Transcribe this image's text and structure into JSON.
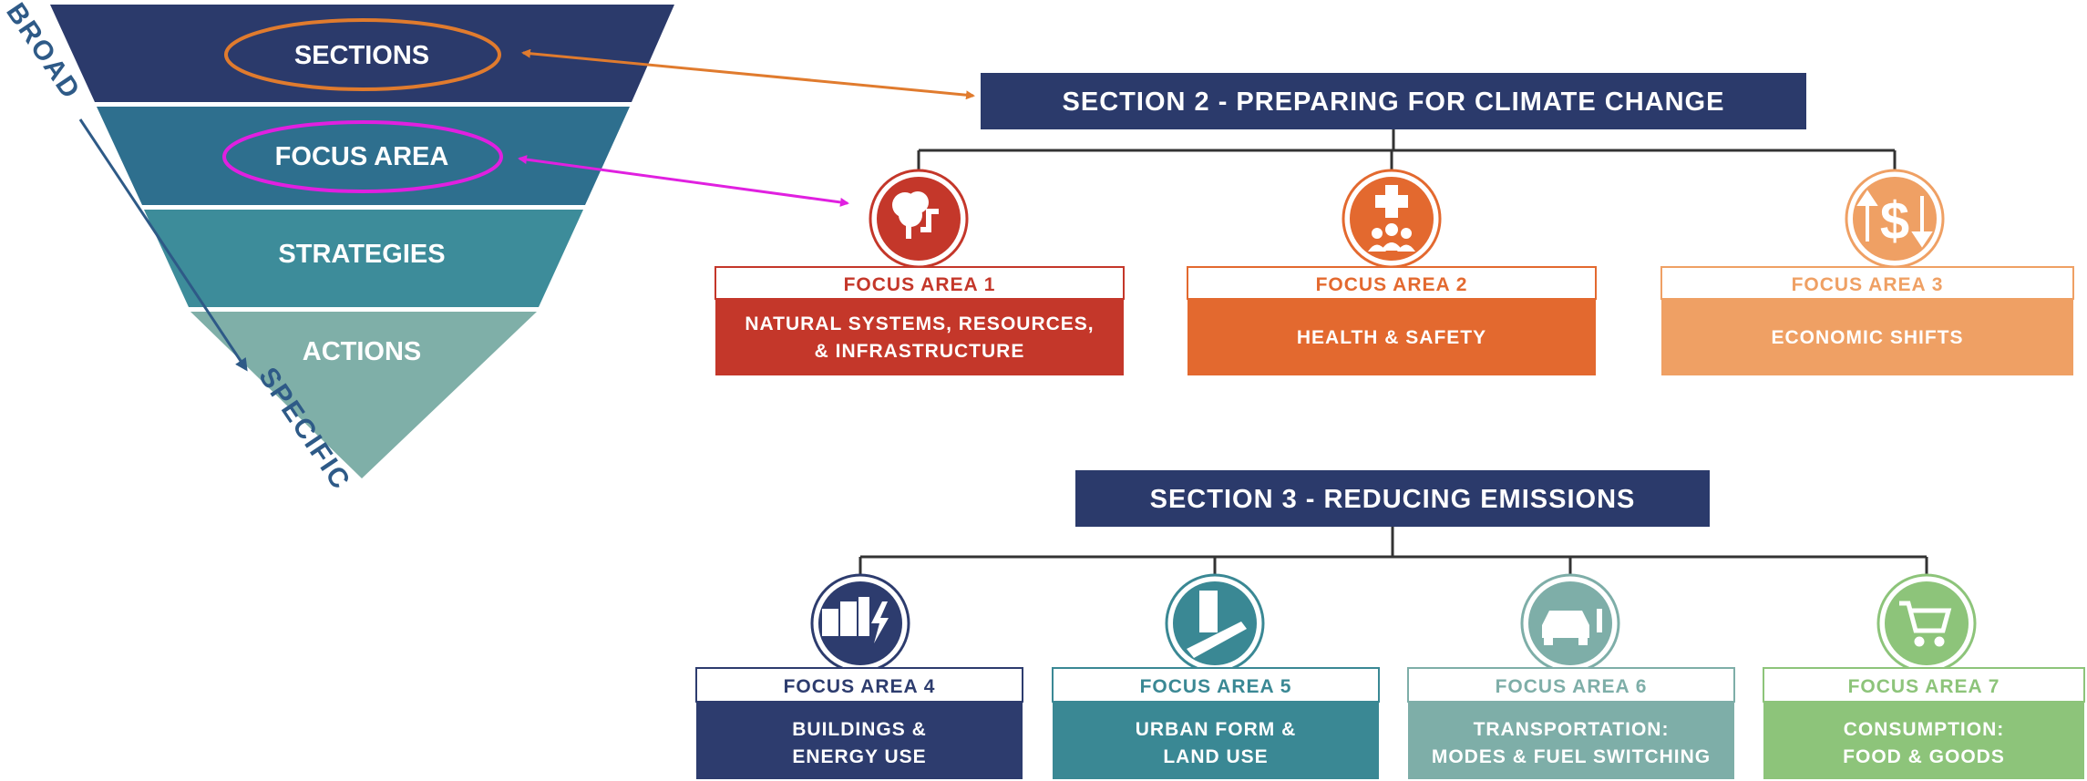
{
  "pyramid": {
    "levels": [
      {
        "label": "SECTIONS",
        "color": "#2B3A6B"
      },
      {
        "label": "FOCUS AREA",
        "color": "#2E6F8E"
      },
      {
        "label": "STRATEGIES",
        "color": "#3D8C9A"
      },
      {
        "label": "ACTIONS",
        "color": "#7FAFA8"
      }
    ],
    "broad_label": "BROAD",
    "specific_label": "SPECIFIC"
  },
  "section2": {
    "title": "SECTION 2 - PREPARING FOR CLIMATE CHANGE",
    "focus_areas": [
      {
        "heading": "FOCUS AREA 1",
        "lines": [
          "NATURAL SYSTEMS, RESOURCES,",
          "& INFRASTRUCTURE"
        ],
        "color": "#C4372A",
        "icon": "tree-pipe-icon"
      },
      {
        "heading": "FOCUS AREA 2",
        "lines": [
          "HEALTH & SAFETY"
        ],
        "color": "#E3692F",
        "icon": "health-cross-people-icon"
      },
      {
        "heading": "FOCUS AREA 3",
        "lines": [
          "ECONOMIC SHIFTS"
        ],
        "color": "#EFA064",
        "icon": "dollar-arrows-icon"
      }
    ]
  },
  "section3": {
    "title": "SECTION 3 - REDUCING EMISSIONS",
    "focus_areas": [
      {
        "heading": "FOCUS AREA 4",
        "lines": [
          "BUILDINGS &",
          "ENERGY USE"
        ],
        "color": "#2D3C6E",
        "icon": "buildings-lightning-icon"
      },
      {
        "heading": "FOCUS AREA 5",
        "lines": [
          "URBAN FORM &",
          "LAND USE"
        ],
        "color": "#3A8894",
        "icon": "building-road-icon"
      },
      {
        "heading": "FOCUS AREA 6",
        "lines": [
          "TRANSPORTATION:",
          "MODES & FUEL SWITCHING"
        ],
        "color": "#7EAEA8",
        "icon": "electric-car-icon"
      },
      {
        "heading": "FOCUS AREA 7",
        "lines": [
          "CONSUMPTION:",
          "FOOD & GOODS"
        ],
        "color": "#8DC47A",
        "icon": "shopping-cart-icon"
      }
    ]
  },
  "colors": {
    "navy": "#2B3A6B",
    "arrow_orange": "#E07B2E",
    "arrow_magenta": "#E020E0"
  }
}
